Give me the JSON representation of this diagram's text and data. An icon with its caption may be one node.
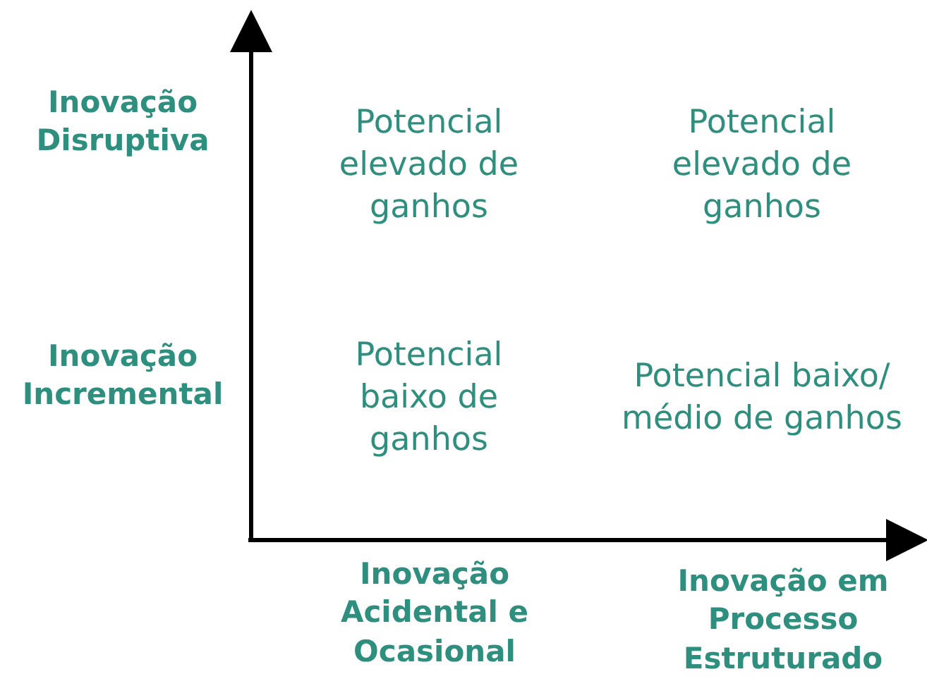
{
  "diagram": {
    "labels": [
      "Inovação Disruptiva",
      "Potencial elevado de ganhos",
      "Potencial elevado de ganhos",
      "Inovação Incremental",
      "Potencial baixo de ganhos",
      "Potencial baixo/ médio de ganhos",
      "Inovação Acidental e Ocasional",
      "Inovação em Processo Estruturado"
    ]
  }
}
